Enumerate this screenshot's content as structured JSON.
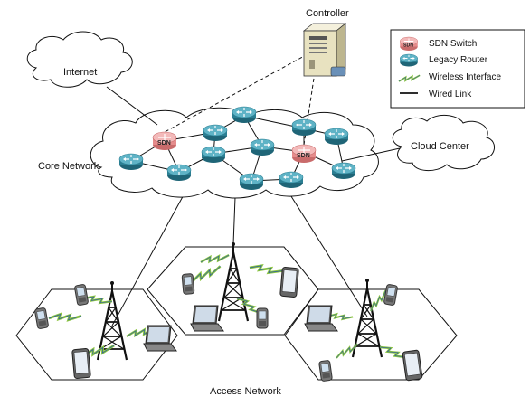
{
  "labels": {
    "controller": "Controller",
    "internet": "Internet",
    "core_network": "Core Network",
    "cloud_center": "Cloud Center",
    "access_network": "Access Network",
    "sdn_badge": "SDN"
  },
  "legend": {
    "items": [
      {
        "icon": "sdn-switch-icon",
        "label": "SDN Switch"
      },
      {
        "icon": "legacy-router-icon",
        "label": "Legacy Router"
      },
      {
        "icon": "wireless-interface-icon",
        "label": "Wireless Interface"
      },
      {
        "icon": "wired-link-icon",
        "label": "Wired Link"
      }
    ]
  },
  "colors": {
    "router": "#2b7f93",
    "router_top": "#5fb3c6",
    "sdn_switch": "#e58c8c",
    "sdn_switch_top": "#f3b9b9",
    "wireless": "#8cc63f",
    "wireless_zag": "#2c5aa0",
    "tower": "#111111"
  }
}
